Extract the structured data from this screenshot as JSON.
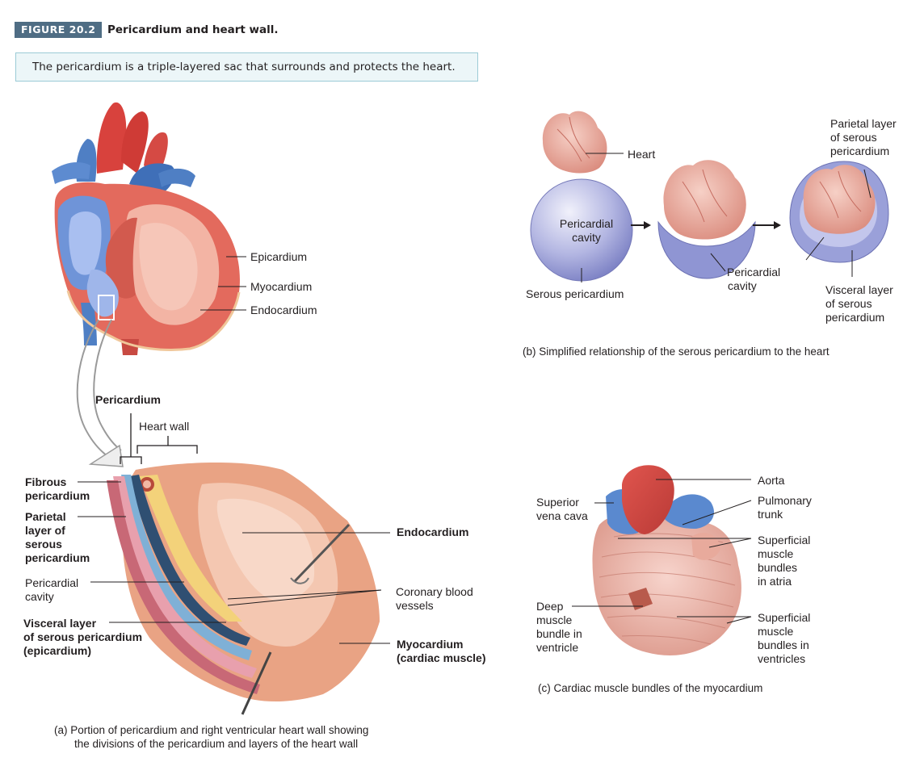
{
  "figure": {
    "tag": "FIGURE 20.2",
    "title": "Pericardium and heart wall.",
    "intro": "The pericardium is a triple-layered sac that surrounds and protects the heart."
  },
  "panel_a_top": {
    "epicardium": "Epicardium",
    "myocardium": "Myocardium",
    "endocardium": "Endocardium"
  },
  "panel_a_detail": {
    "pericardium": "Pericardium",
    "heart_wall": "Heart wall",
    "fibrous_1": "Fibrous",
    "fibrous_2": "pericardium",
    "parietal_1": "Parietal",
    "parietal_2": "layer of",
    "parietal_3": "serous",
    "parietal_4": "pericardium",
    "cavity_1": "Pericardial",
    "cavity_2": "cavity",
    "visceral_1": "Visceral layer",
    "visceral_2": "of serous pericardium",
    "visceral_3": "(epicardium)",
    "endocardium": "Endocardium",
    "coronary_1": "Coronary blood",
    "coronary_2": "vessels",
    "myocardium_1": "Myocardium",
    "myocardium_2": "(cardiac muscle)",
    "caption_1": "(a) Portion of pericardium and right ventricular heart wall showing",
    "caption_2": "the divisions of the pericardium and layers of the heart wall"
  },
  "panel_b": {
    "heart": "Heart",
    "cavity_in_1": "Pericardial",
    "cavity_in_2": "cavity",
    "serous": "Serous pericardium",
    "cavity_1": "Pericardial",
    "cavity_2": "cavity",
    "parietal_1": "Parietal layer",
    "parietal_2": "of serous",
    "parietal_3": "pericardium",
    "visceral_1": "Visceral layer",
    "visceral_2": "of serous",
    "visceral_3": "pericardium",
    "caption": "(b) Simplified relationship of the serous pericardium to the heart"
  },
  "panel_c": {
    "aorta": "Aorta",
    "svc_1": "Superior",
    "svc_2": "vena cava",
    "pulm_1": "Pulmonary",
    "pulm_2": "trunk",
    "atria_1": "Superficial",
    "atria_2": "muscle",
    "atria_3": "bundles",
    "atria_4": "in atria",
    "deep_1": "Deep",
    "deep_2": "muscle",
    "deep_3": "bundle in",
    "deep_4": "ventricle",
    "vent_1": "Superficial",
    "vent_2": "muscle",
    "vent_3": "bundles in",
    "vent_4": "ventricles",
    "caption": "(c) Cardiac muscle bundles of the myocardium"
  },
  "colors": {
    "tag_bg": "#4f6d84",
    "intro_border": "#9ccbd6",
    "intro_bg": "#ecf6f8",
    "heart_red": "#d9534a",
    "vessel_blue": "#4f7fc4",
    "serous_lavender": "#8d93d2"
  }
}
